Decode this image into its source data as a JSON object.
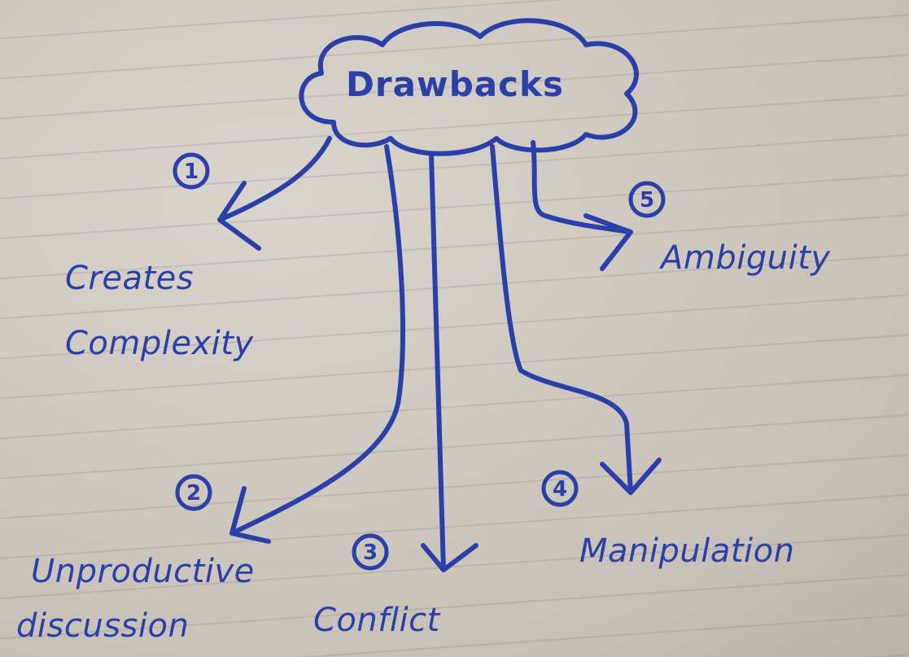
{
  "diagram": {
    "root": "Drawbacks",
    "branches": [
      {
        "number": "1",
        "lines": [
          "Creates",
          "Complexity"
        ]
      },
      {
        "number": "2",
        "lines": [
          "Unproductive",
          "discussion"
        ]
      },
      {
        "number": "3",
        "lines": [
          "Conflict"
        ]
      },
      {
        "number": "4",
        "lines": [
          "Manipulation"
        ]
      },
      {
        "number": "5",
        "lines": [
          "Ambiguity"
        ]
      }
    ]
  },
  "colors": {
    "ink": "#2b3fa8",
    "paper": "#d4cfc7"
  }
}
